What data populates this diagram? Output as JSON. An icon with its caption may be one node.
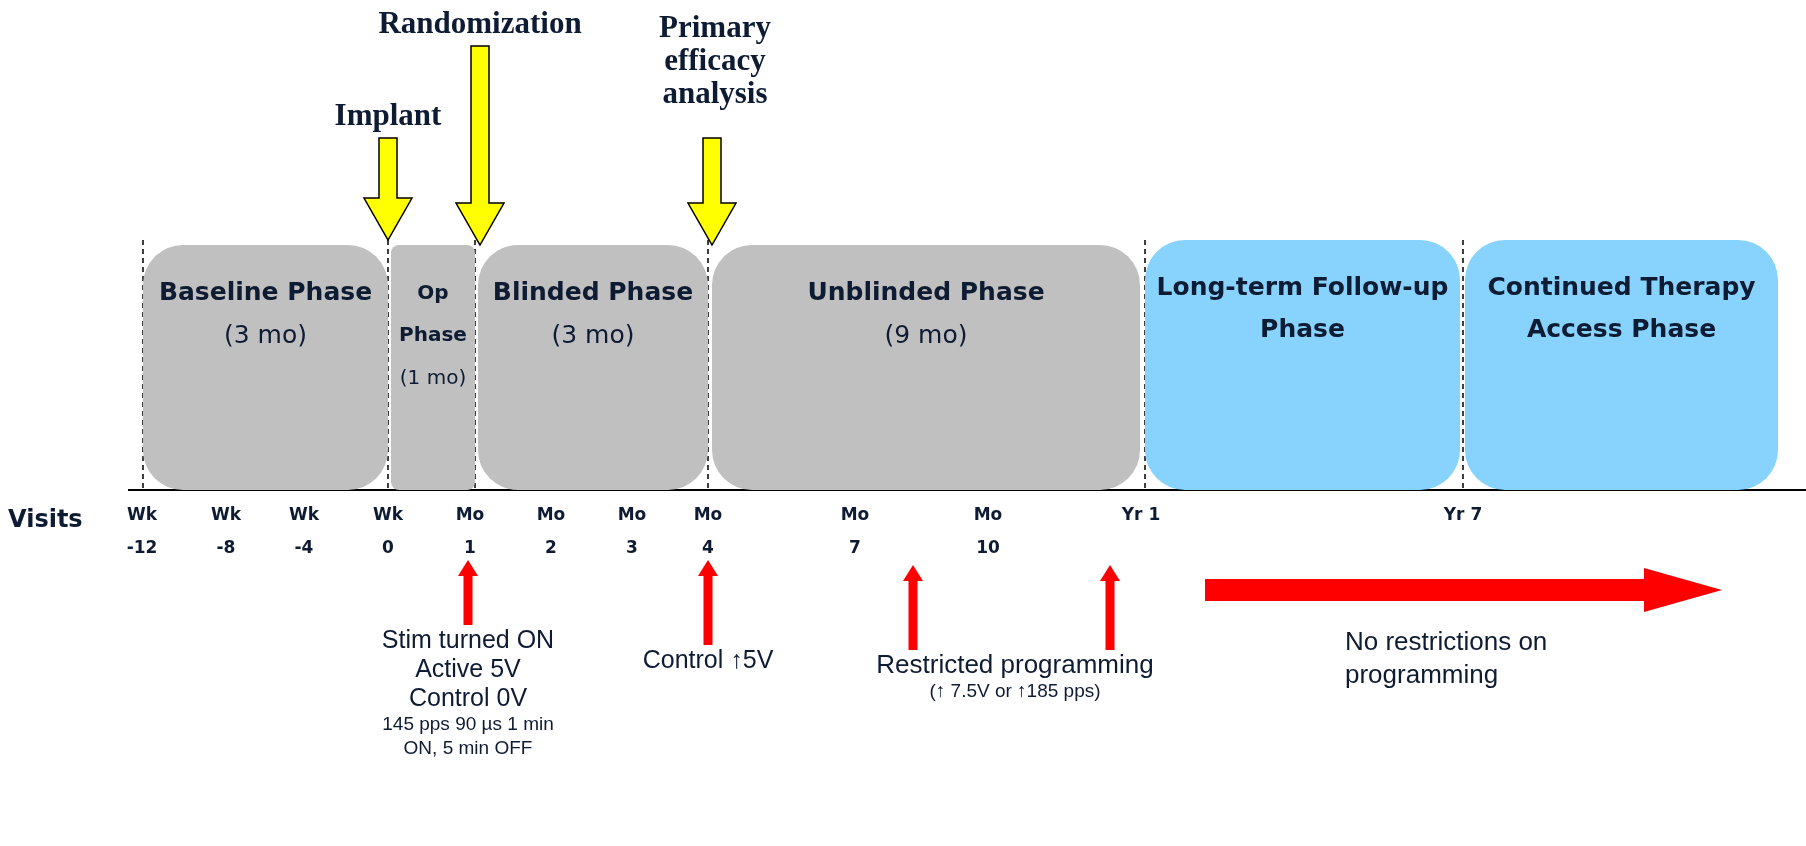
{
  "diagram": {
    "nodes": [
      {
        "text": [
          "Baseline Phase",
          "(3 mo)"
        ]
      },
      {
        "text": [
          "Op Phase",
          "(1 mo)"
        ]
      },
      {
        "text": [
          "Blinded Phase",
          "(3 mo)"
        ]
      },
      {
        "text": [
          "Unblinded Phase",
          "(9 mo)"
        ]
      },
      {
        "text": [
          "Long-term Follow-up Phase"
        ]
      },
      {
        "text": [
          "Continued Therapy Access Phase"
        ]
      },
      {
        "text": [
          "Implant"
        ]
      },
      {
        "text": [
          "Randomization"
        ]
      },
      {
        "text": [
          "Primary efficacy analysis"
        ]
      },
      {
        "text": [
          "Stim turned ON Active 5V Control 0V",
          "145 pps 90 µs 1 min ON, 5 min OFF"
        ]
      },
      {
        "text": [
          "Control ↑5V"
        ]
      },
      {
        "text": [
          "Restricted programming",
          "(↑ 7.5V or ↑185 pps)"
        ]
      }
    ],
    "edges": [
      {
        "from": 6,
        "to": null,
        "arrow": "to",
        "color": "#ffff00"
      },
      {
        "from": 7,
        "to": null,
        "arrow": "to",
        "color": "#ffff00"
      },
      {
        "from": 8,
        "to": null,
        "arrow": "to",
        "color": "#ffff00"
      },
      {
        "from": 9,
        "to": null,
        "arrow": "to",
        "color": "#ff0000"
      },
      {
        "from": 10,
        "to": null,
        "arrow": "to",
        "color": "#ff0000"
      },
      {
        "from": 11,
        "to": null,
        "arrow": "to",
        "color": "#ff0000"
      },
      {
        "from": 11,
        "to": null,
        "arrow": "to",
        "color": "#ff0000"
      }
    ],
    "labels": [
      "Visits",
      "Wk -12",
      "Wk -8",
      "Wk -4",
      "Wk 0",
      "Mo 1",
      "Mo 2",
      "Mo 3",
      "Mo 4",
      "Mo 7",
      "Mo 10",
      "Yr 1",
      "Yr 7",
      "No restrictions on programming"
    ]
  }
}
